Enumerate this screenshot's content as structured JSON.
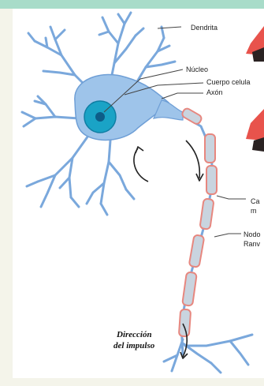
{
  "labels": {
    "dendrita": "Dendrita",
    "nucleo": "Núcleo",
    "cuerpo_celular": "Cuerpo celula",
    "axon": "Axón",
    "capa_line1": "Ca",
    "capa_line2": "m",
    "nodo_line1": "Nodo",
    "nodo_line2": "Ranv",
    "direccion_line1": "Dirección",
    "direccion_line2": "del impulso"
  },
  "colors": {
    "neuron_fill": "#9ec4ea",
    "neuron_stroke": "#6f9fd6",
    "nucleus_ring": "#1aa3c6",
    "nucleus_core": "#0d5d88",
    "myelin_fill": "#c9d4df",
    "myelin_border": "#e7877f",
    "accent_red": "#e8534c",
    "accent_dark": "#2a2222",
    "top_band": "#a8dcc9"
  }
}
